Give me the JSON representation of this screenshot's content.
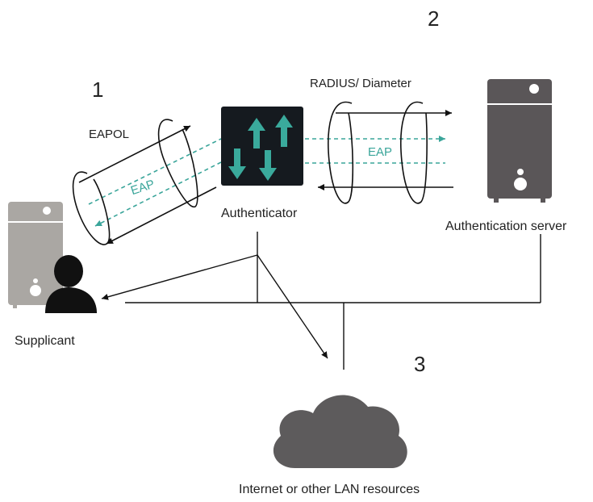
{
  "steps": {
    "one": "1",
    "two": "2",
    "three": "3"
  },
  "labels": {
    "eapol": "EAPOL",
    "radius": "RADIUS/ Diameter",
    "eap_left": "EAP",
    "eap_right": "EAP",
    "authenticator": "Authenticator",
    "auth_server": "Authentication server",
    "supplicant": "Supplicant",
    "internet": "Internet or other LAN resources"
  },
  "colors": {
    "device_dark": "#5a5658",
    "device_light": "#aaa7a3",
    "switch_bg": "#151a1f",
    "switch_arrow": "#3aaa9c",
    "eap_dashed": "#3aa59a",
    "line": "#111111",
    "cloud": "#5d5b5c"
  }
}
